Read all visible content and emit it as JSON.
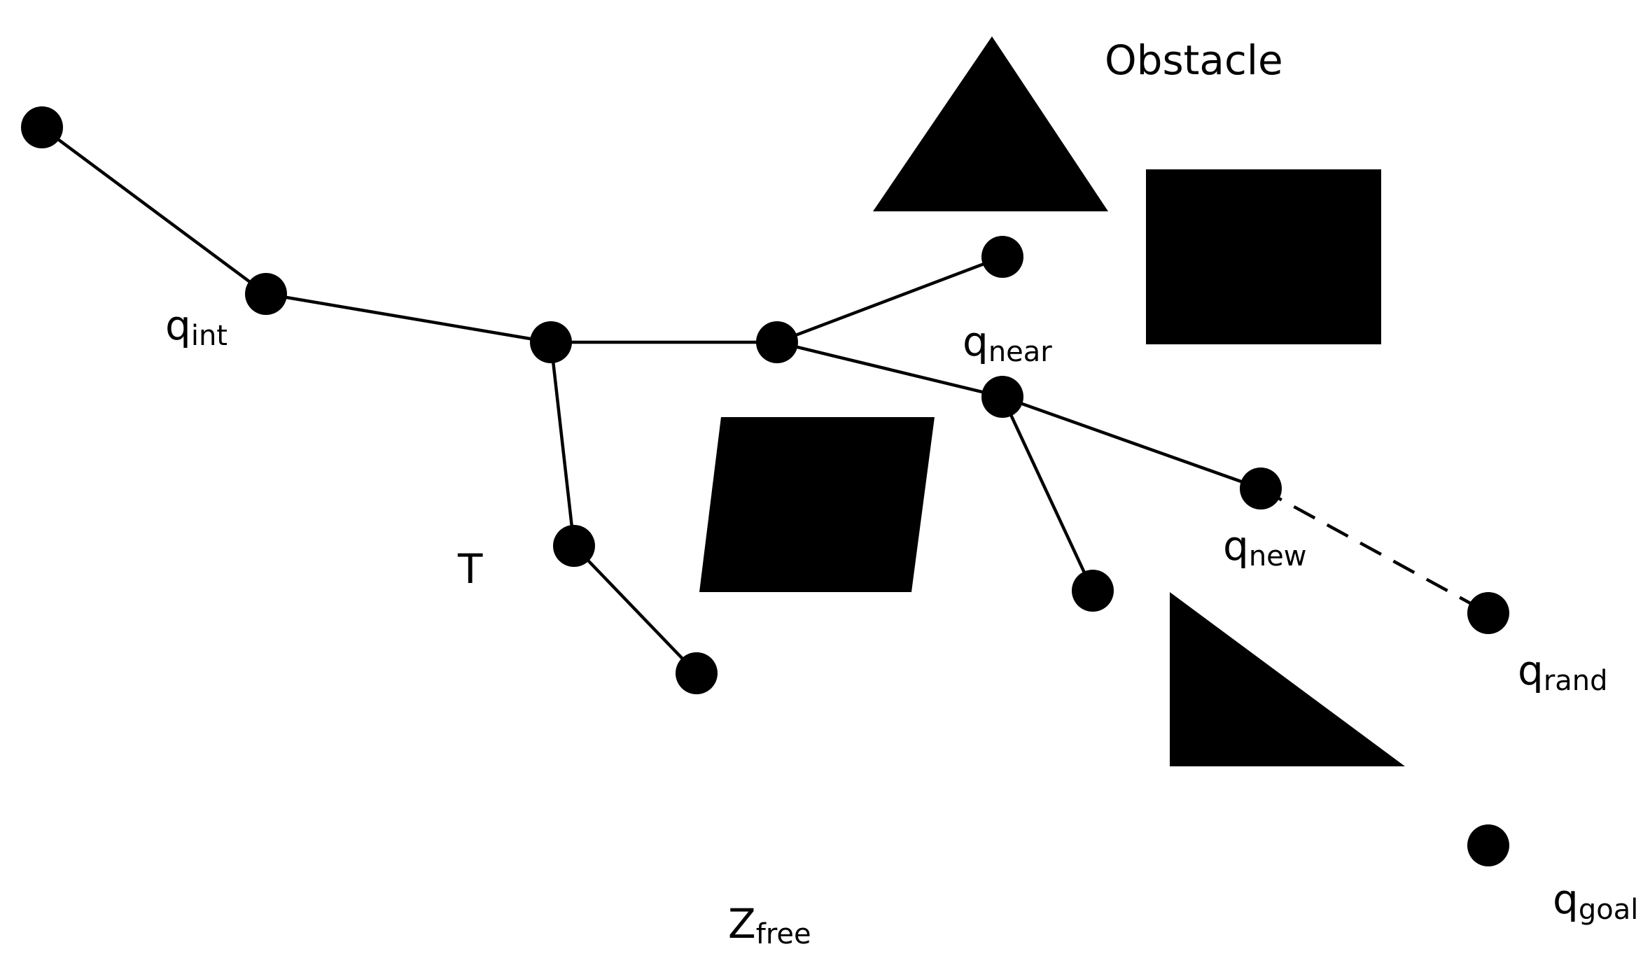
{
  "labels": {
    "obstacle": "Obstacle",
    "q_int": {
      "base": "q",
      "sub": "int"
    },
    "q_near": {
      "base": "q",
      "sub": "near"
    },
    "q_new": {
      "base": "q",
      "sub": "new"
    },
    "q_rand": {
      "base": "q",
      "sub": "rand"
    },
    "q_goal": {
      "base": "q",
      "sub": "goal"
    },
    "tree": "T",
    "z_free": {
      "base": "Z",
      "sub": "free"
    }
  },
  "colors": {
    "ink": "#000000",
    "background": "#ffffff"
  }
}
